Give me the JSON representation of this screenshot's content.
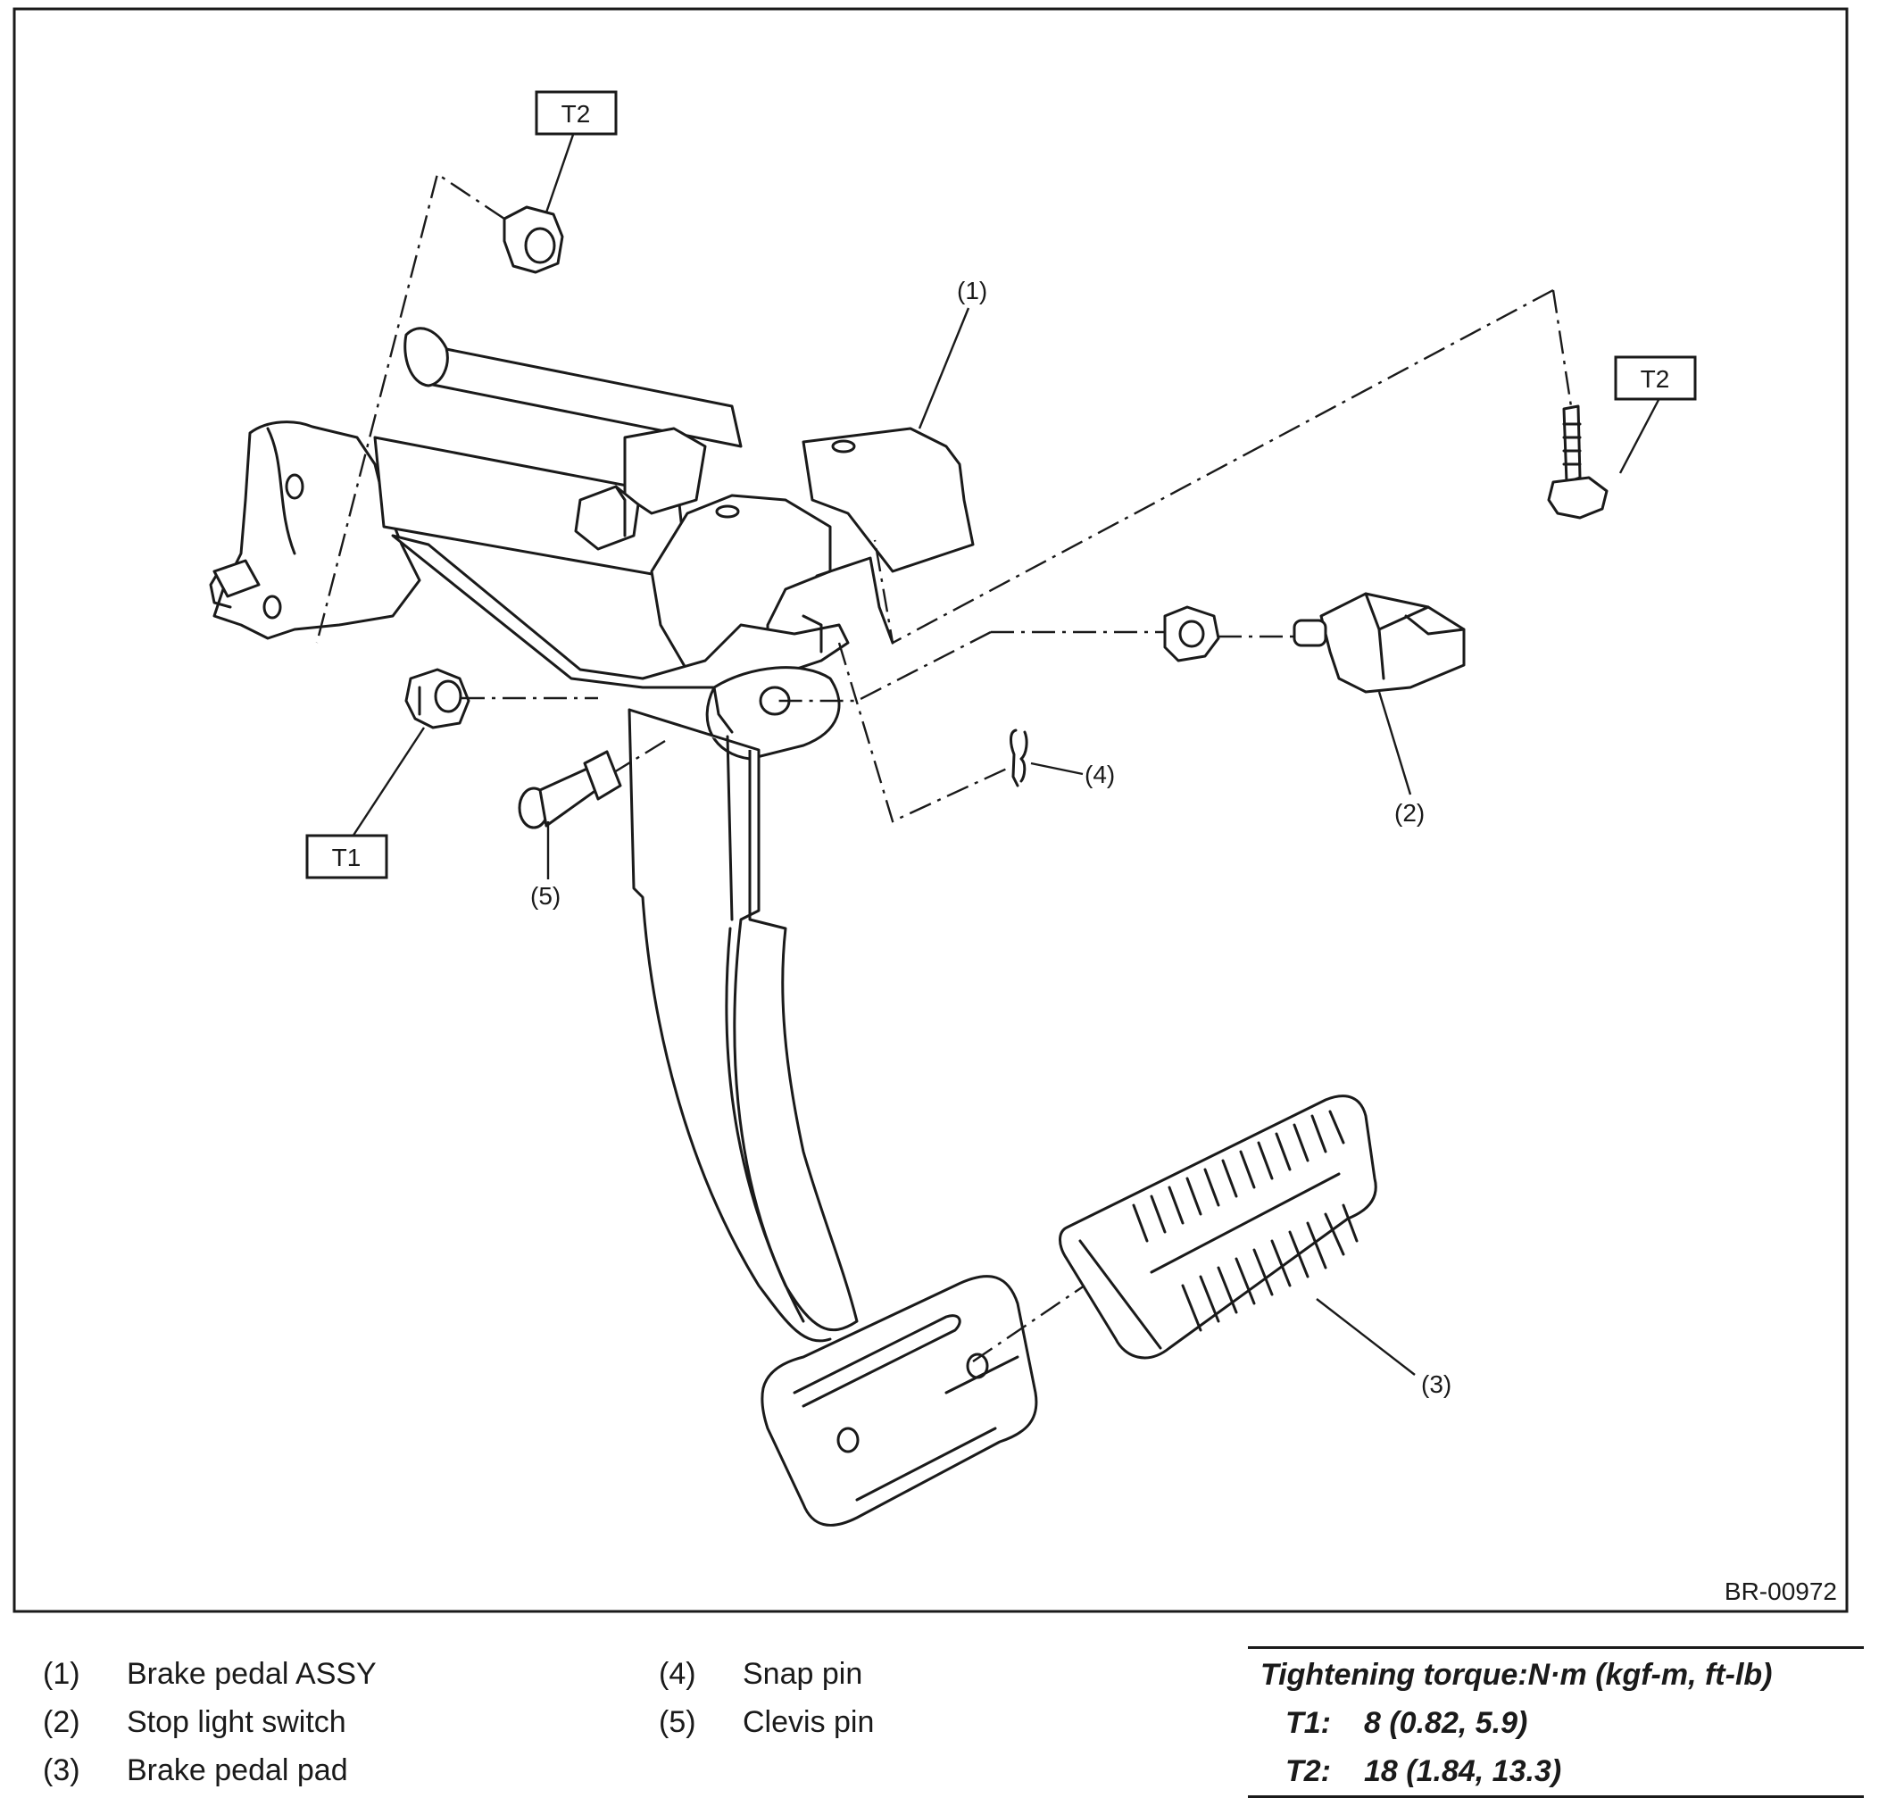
{
  "figure_code": "BR-00972",
  "callouts": {
    "c1": "(1)",
    "c2": "(2)",
    "c3": "(3)",
    "c4": "(4)",
    "c5": "(5)"
  },
  "torque_tags": {
    "t2_top": "T2",
    "t2_right": "T2",
    "t1": "T1"
  },
  "legend": [
    {
      "num": "(1)",
      "label": "Brake pedal ASSY"
    },
    {
      "num": "(2)",
      "label": "Stop light switch"
    },
    {
      "num": "(3)",
      "label": "Brake pedal pad"
    },
    {
      "num": "(4)",
      "label": "Snap pin"
    },
    {
      "num": "(5)",
      "label": "Clevis pin"
    }
  ],
  "torque_table": {
    "title": "Tightening torque:N·m (kgf-m, ft-lb)",
    "rows": [
      {
        "key": "T1:",
        "value": "8 (0.82, 5.9)"
      },
      {
        "key": "T2:",
        "value": "18 (1.84, 13.3)"
      }
    ]
  }
}
